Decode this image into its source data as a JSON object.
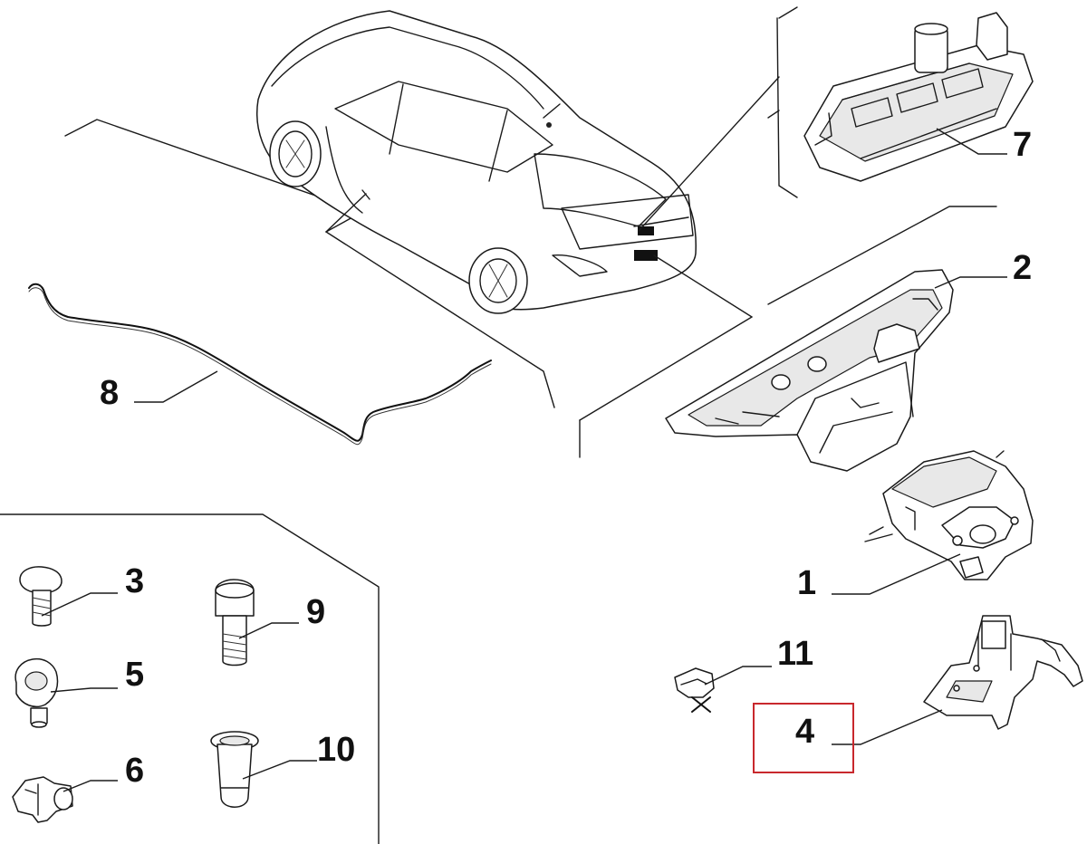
{
  "diagram": {
    "callouts": [
      "7",
      "2",
      "8",
      "1",
      "3",
      "9",
      "5",
      "11",
      "4",
      "10",
      "6"
    ],
    "highlight_color": "#c8282d",
    "highlighted_callout": "4",
    "parts": [
      {
        "name": "car-rear-view",
        "icon": "car-icon"
      },
      {
        "name": "lock-actuator",
        "icon": "lock-icon"
      },
      {
        "name": "tailgate-handle-cover",
        "icon": "handle-icon"
      },
      {
        "name": "release-cable",
        "icon": "cable-icon"
      },
      {
        "name": "lock-latch",
        "icon": "latch-icon"
      },
      {
        "name": "screw",
        "icon": "screw-icon"
      },
      {
        "name": "bolt",
        "icon": "bolt-icon"
      },
      {
        "name": "grommet-clip",
        "icon": "clip-icon"
      },
      {
        "name": "retainer-clip",
        "icon": "clip-icon"
      },
      {
        "name": "striker",
        "icon": "striker-icon"
      },
      {
        "name": "spacer-sleeve",
        "icon": "sleeve-icon"
      },
      {
        "name": "connector",
        "icon": "connector-icon"
      }
    ]
  }
}
